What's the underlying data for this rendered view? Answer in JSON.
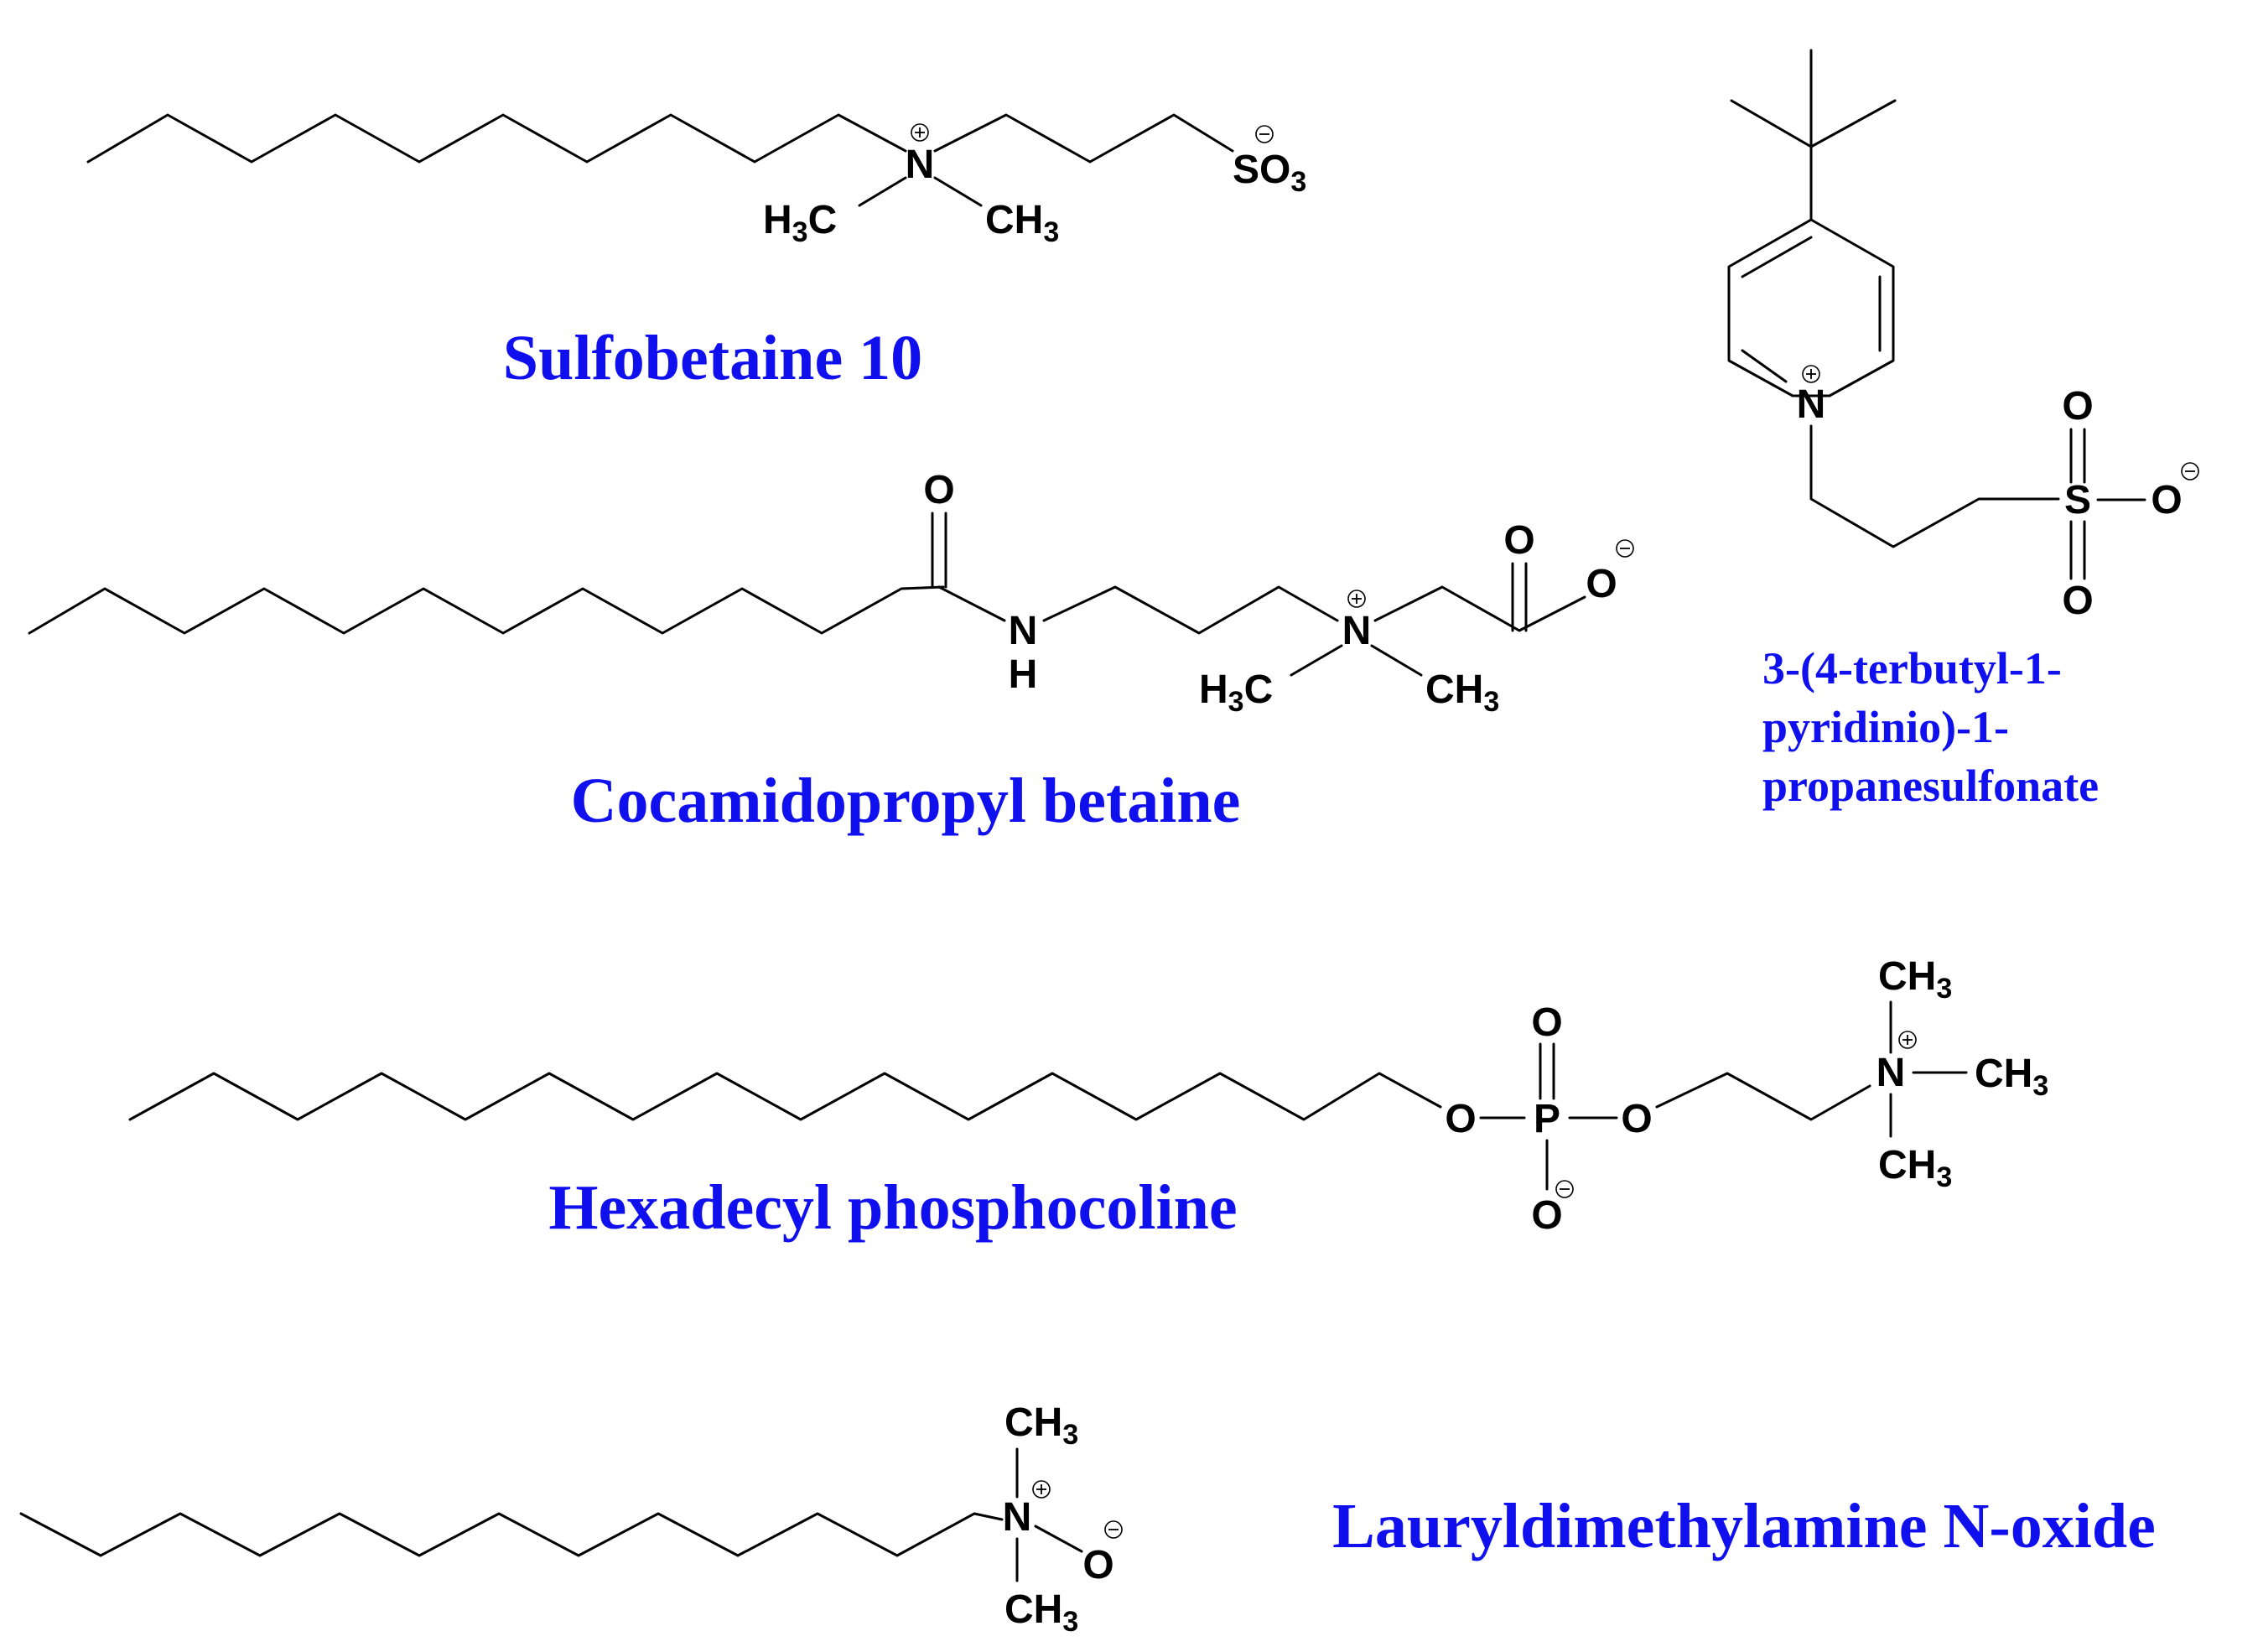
{
  "colors": {
    "label": "#1010ee",
    "bond": "#000000"
  },
  "atom_labels": {
    "n": "N",
    "nh_n": "N",
    "nh_h": "H",
    "o": "O",
    "p": "P",
    "s": "S",
    "so3": "SO",
    "three": "3",
    "h3c_h": "H",
    "h3c_c": "C",
    "ch3_ch": "CH",
    "sub3": "3"
  },
  "molecules": {
    "sulfobetaine": {
      "name": "Sulfobetaine 10"
    },
    "cocamidopropyl": {
      "name": "Cocamidopropyl betaine"
    },
    "pyridinio": {
      "name_lines": [
        "3-(4-terbutyl-1-",
        "pyridinio)-1-",
        "propanesulfonate"
      ]
    },
    "hexadecyl": {
      "name": "Hexadecyl phosphocoline"
    },
    "lauryl": {
      "name": "Lauryldimethylamine N-oxide"
    }
  }
}
